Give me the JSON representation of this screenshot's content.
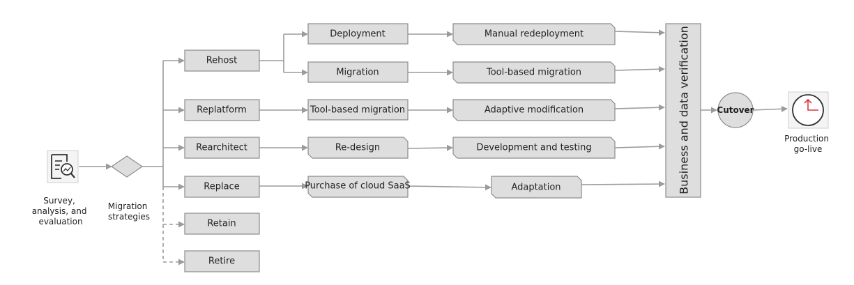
{
  "colors": {
    "box_fill": "#dedede",
    "box_stroke": "#8c8c8c",
    "line": "#9b9b9b",
    "accent_red": "#d9363e",
    "text": "#222222"
  },
  "start": {
    "icon": "survey-document-magnifier-icon",
    "caption_lines": [
      "Survey,",
      "analysis, and",
      "evaluation"
    ]
  },
  "decision": {
    "caption_lines": [
      "Migration",
      "strategies"
    ]
  },
  "strategies": {
    "rehost": "Rehost",
    "replatform": "Replatform",
    "rearchitect": "Rearchitect",
    "replace": "Replace",
    "retain": "Retain",
    "retire": "Retire"
  },
  "stage2": {
    "deployment": "Deployment",
    "migration": "Migration",
    "replatform_tool": "Tool-based migration",
    "redesign": "Re-design",
    "saas": "Purchase of cloud SaaS"
  },
  "stage3": {
    "manual": "Manual redeployment",
    "tool": "Tool-based migration",
    "adaptive": "Adaptive modification",
    "devtest": "Development and testing",
    "adaptation": "Adaptation"
  },
  "verification": "Business and data verification",
  "cutover": "Cutover",
  "end": {
    "icon": "clock-icon",
    "caption_lines": [
      "Production",
      "go-live"
    ]
  }
}
